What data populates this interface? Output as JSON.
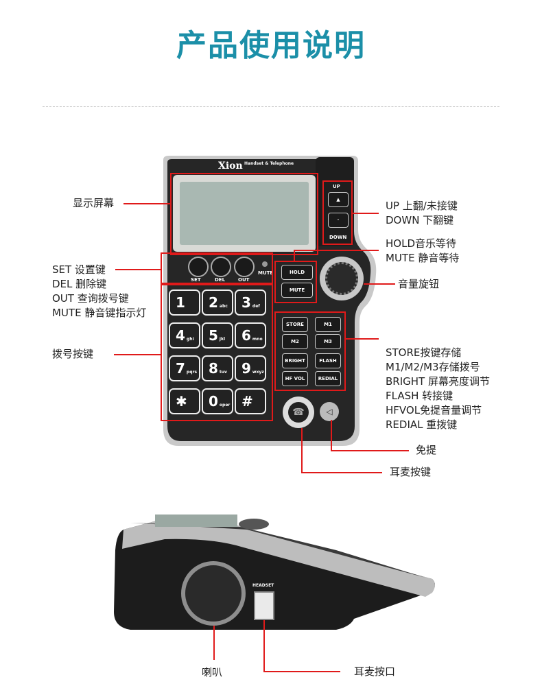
{
  "page": {
    "title": "产品使用说明"
  },
  "device": {
    "brand": "Xion",
    "brand_sub": "Handset & Telephone",
    "set_key": "SET",
    "del_key": "DEL",
    "out_key": "OUT",
    "mute_led": "MUTE",
    "up_key": "UP",
    "down_key": "DOWN",
    "hold_key": "HOLD",
    "mute_key": "MUTE",
    "store_key": "STORE",
    "m1_key": "M1",
    "m2_key": "M2",
    "m3_key": "M3",
    "bright_key": "BRIGHT",
    "flash_key": "FLASH",
    "hfvol_key": "HF VOL",
    "redial_key": "REDIAL",
    "keypad": [
      {
        "digit": "1",
        "sub": ""
      },
      {
        "digit": "2",
        "sub": "abc"
      },
      {
        "digit": "3",
        "sub": "def"
      },
      {
        "digit": "4",
        "sub": "ghi"
      },
      {
        "digit": "5",
        "sub": "jkl"
      },
      {
        "digit": "6",
        "sub": "mno"
      },
      {
        "digit": "7",
        "sub": "pqrs"
      },
      {
        "digit": "8",
        "sub": "tuv"
      },
      {
        "digit": "9",
        "sub": "wxyz"
      },
      {
        "digit": "✱",
        "sub": ""
      },
      {
        "digit": "0",
        "sub": "oper"
      },
      {
        "digit": "#",
        "sub": ""
      }
    ],
    "headset_port": "HEADSET"
  },
  "annotations": {
    "display": "显示屏幕",
    "up": "UP 上翻/未接键",
    "down": "DOWN 下翻键",
    "hold": "HOLD音乐等待",
    "mute_wait": "MUTE 静音等待",
    "volume": "音量旋钮",
    "set": "SET 设置键",
    "del": "DEL 删除键",
    "out": "OUT 查询拨号键",
    "mute_led": "MUTE 静音键指示灯",
    "dial": "拨号按键",
    "store": "STORE按键存储",
    "memory": "M1/M2/M3存储拨号",
    "bright": "BRIGHT 屏幕亮度调节",
    "flash": "FLASH 转接键",
    "hfvol": "HFVOL免提音量调节",
    "redial": "REDIAL 重拨键",
    "speakerphone": "免提",
    "handset": "耳麦按键",
    "speaker": "喇叭",
    "headset_jack": "耳麦按口"
  },
  "colors": {
    "title": "#1b8fa8",
    "callout": "#e01a1a"
  }
}
